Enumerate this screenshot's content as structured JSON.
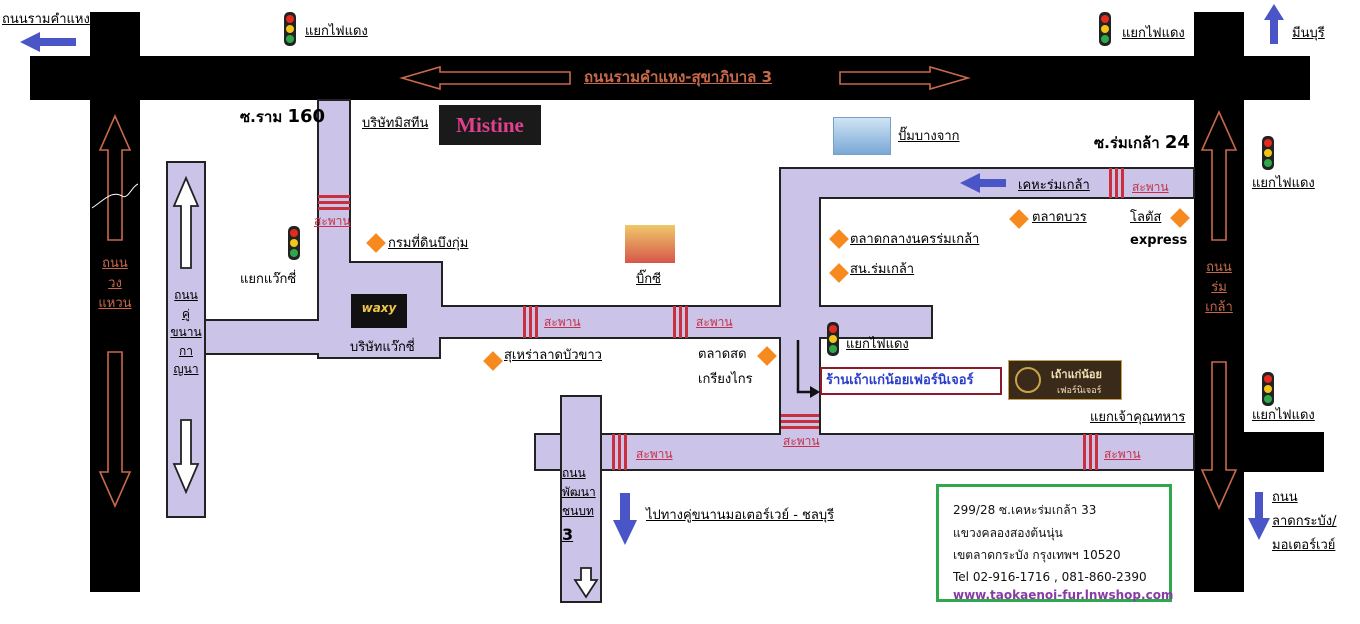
{
  "roads": {
    "main_top": "ถนนรามคำแหง-สุขาภิบาล 3",
    "top_left_edge": "ถนนรามคำแหง",
    "ring_road": [
      "ถนน",
      "วง",
      "แหวน"
    ],
    "romklao_road": [
      "ถนน",
      "ร่ม",
      "เกล้า"
    ],
    "kanchana": [
      "ถนน",
      "คู่",
      "ขนาน",
      "กา",
      "ญนา"
    ],
    "pattana": [
      "ถนน",
      "พัฒนา",
      "ชนบท",
      "3"
    ],
    "ladkrabang": [
      "ถนน",
      "ลาดกระบัง/",
      "มอเตอร์เวย์"
    ],
    "minburi": "มีนบุรี",
    "soi_ram_prefix": "ซ.ราม",
    "soi_ram_number": "160",
    "soi_romklao_prefix": "ซ.ร่มเกล้า",
    "soi_romklao_number": "24",
    "keha": "เคหะร่มเกล้า",
    "to_motorway": "ไปทางคู่ขนานมอเตอร์เวย์ - ชลบุรี"
  },
  "junctions": {
    "light1": "แยกไฟแดง",
    "light2": "แยกไฟแดง",
    "light3": "แยกไฟแดง",
    "light4": "แยกไฟแดง",
    "light5": "แยกไฟแดง",
    "waxy": "แยกแว๊กซี่",
    "chao_khun": "แยกเจ้าคุณทหาร"
  },
  "bridge": "สะพาน",
  "places": {
    "mistine_company": "บริษัทมิสทีน",
    "mistine_logo": "Mistine",
    "pump": "ปั๊มบางจาก",
    "land_dept": "กรมที่ดินบึงกุ่ม",
    "bigc": "บิ๊กซี",
    "waxy_company": "บริษัทแว๊กซี่",
    "waxy_logo": "waxy",
    "suhra": "สุเหร่าลาดบัวขาว",
    "market_fresh": "ตลาดสด",
    "market_fresh2": "เกรียงไกร",
    "market_central": "ตลาดกลางนครร่มเกล้า",
    "police": "สน.ร่มเกล้า",
    "market_bowon": "ตลาดบวร",
    "lotus": "โลตัส",
    "lotus2": "express",
    "shop_name": "ร้านเถ้าแก่น้อยเฟอร์นิเจอร์",
    "tao_logo_1": "เถ้าแก่น้อย",
    "tao_logo_2": "เฟอร์นิเจอร์"
  },
  "address": {
    "line1": "299/28 ซ.เคหะร่มเกล้า 33",
    "line2": "แขวงคลองสองต้นนุ่น",
    "line3": "เขตลาดกระบัง กรุงเทพฯ 10520",
    "tel": "Tel 02-916-1716 , 081-860-2390",
    "web": "www.taokaenoi-fur.lnwshop.com"
  },
  "colors": {
    "road_black": "#000000",
    "road_purple": "#cbc4e8",
    "bridge_red": "#c8303e",
    "arrow_blue": "#4a56c8",
    "diamond_orange": "#f78a1f",
    "shop_border": "#8b1a2a",
    "address_border": "#2ea84a",
    "web_purple": "#8a3aa8"
  }
}
